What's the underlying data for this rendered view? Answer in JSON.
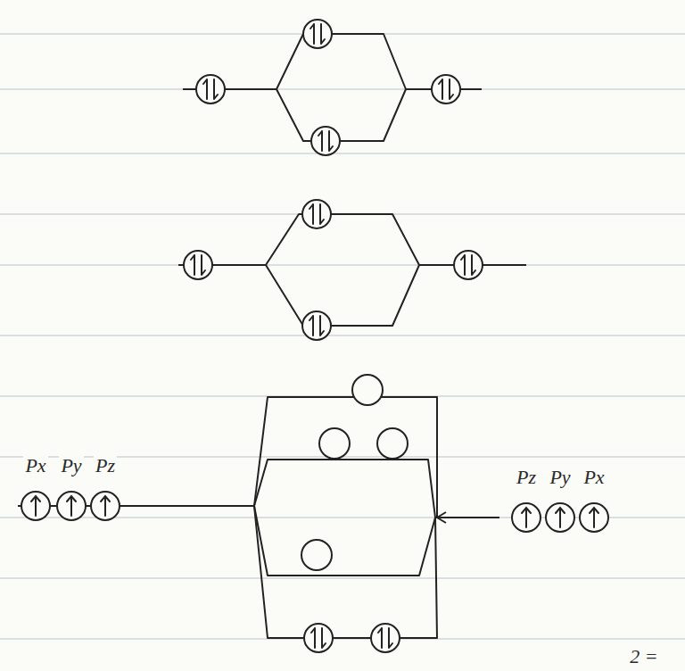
{
  "diagram": {
    "labels": [
      "Px",
      "Py",
      "Pz",
      "Pz",
      "Py",
      "Px",
      "2 ="
    ]
  }
}
